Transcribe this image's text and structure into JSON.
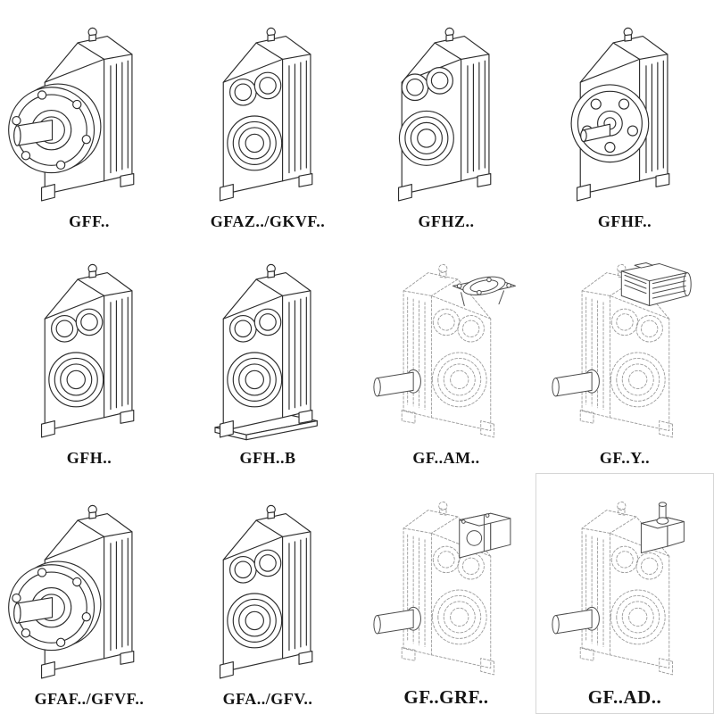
{
  "catalog": {
    "cells": [
      {
        "label": "GFF..",
        "drawing": "gearbox-output-flange-and-shaft"
      },
      {
        "label": "GFAZ../GKVF..",
        "drawing": "gearbox-hollow-shaft-bores"
      },
      {
        "label": "GFHZ..",
        "drawing": "gearbox-hollow-shaft-upper-bores"
      },
      {
        "label": "GFHF..",
        "drawing": "gearbox-flat-output-flange"
      },
      {
        "label": "GFH..",
        "drawing": "gearbox-hollow-shaft-bores"
      },
      {
        "label": "GFH..B",
        "drawing": "gearbox-hollow-shaft-baseplate"
      },
      {
        "label": "GF..AM..",
        "drawing": "phantom-gearbox-motor-mounting-flange"
      },
      {
        "label": "GF..Y..",
        "drawing": "phantom-gearbox-with-motor"
      },
      {
        "label": "GFAF../GFVF..",
        "drawing": "gearbox-output-flange-and-shaft"
      },
      {
        "label": "GFA../GFV..",
        "drawing": "gearbox-hollow-shaft-bores"
      },
      {
        "label": "GF..GRF..",
        "drawing": "phantom-gearbox-input-adapter"
      },
      {
        "label": "GF..AD..",
        "drawing": "phantom-gearbox-input-shaft-adapter"
      }
    ]
  },
  "colors": {
    "line": "#2d2d2d",
    "phantom_line": "#9c9c9c",
    "solid_overlay_line": "#4d4d4d",
    "label_text": "#131313",
    "background": "#ffffff",
    "highlight_box": "#d6d6d6"
  }
}
